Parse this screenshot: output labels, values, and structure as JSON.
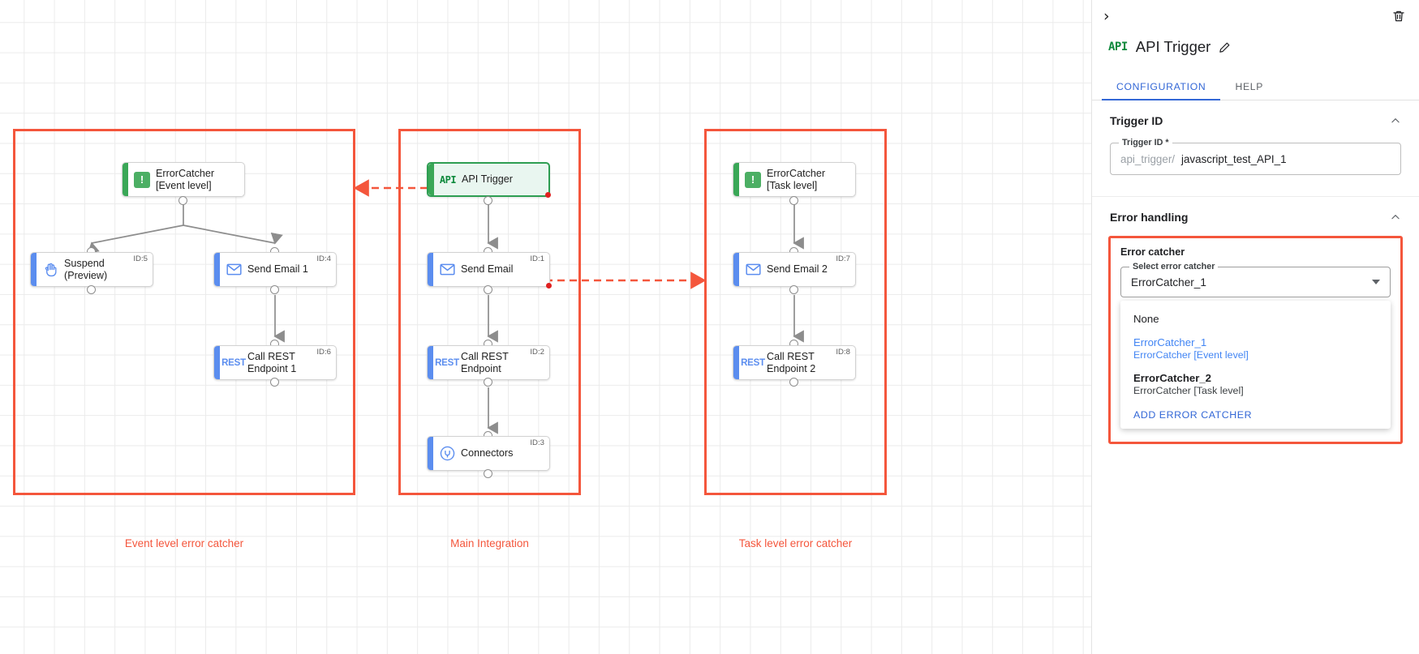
{
  "canvas": {
    "groups": [
      {
        "id": "event-level",
        "label": "Event level error catcher"
      },
      {
        "id": "main-integration",
        "label": "Main Integration"
      },
      {
        "id": "task-level",
        "label": "Task level error catcher"
      }
    ],
    "nodes": [
      {
        "key": "ec1",
        "label": "ErrorCatcher\n[Event level]",
        "id": "",
        "icon": "error-catcher-icon",
        "accent": "green"
      },
      {
        "key": "suspend",
        "label": "Suspend\n(Preview)",
        "id": "ID:5",
        "icon": "hand-suspend-icon",
        "accent": "blue"
      },
      {
        "key": "email1",
        "label": "Send Email 1",
        "id": "ID:4",
        "icon": "envelope-icon",
        "accent": "blue"
      },
      {
        "key": "rest1",
        "label": "Call REST\nEndpoint 1",
        "id": "ID:6",
        "icon": "rest-icon",
        "accent": "blue"
      },
      {
        "key": "apitrig",
        "label": "API Trigger",
        "id": "",
        "icon": "api-icon",
        "accent": "green"
      },
      {
        "key": "email0",
        "label": "Send Email",
        "id": "ID:1",
        "icon": "envelope-icon",
        "accent": "blue"
      },
      {
        "key": "rest0",
        "label": "Call REST\nEndpoint",
        "id": "ID:2",
        "icon": "rest-icon",
        "accent": "blue"
      },
      {
        "key": "conn",
        "label": "Connectors",
        "id": "ID:3",
        "icon": "connectors-icon",
        "accent": "blue"
      },
      {
        "key": "ec2",
        "label": "ErrorCatcher\n[Task level]",
        "id": "",
        "icon": "error-catcher-icon",
        "accent": "green"
      },
      {
        "key": "email2",
        "label": "Send Email 2",
        "id": "ID:7",
        "icon": "envelope-icon",
        "accent": "blue"
      },
      {
        "key": "rest2",
        "label": "Call REST\nEndpoint 2",
        "id": "ID:8",
        "icon": "rest-icon",
        "accent": "blue"
      }
    ],
    "colors": {
      "group_border": "#f4563c",
      "group_label": "#f4563c",
      "accent_blue": "#5b8def",
      "accent_green": "#3aa757",
      "error_dot": "#e02020",
      "selected_border": "#2e9e52",
      "selected_fill": "#e9f6f0",
      "wire": "#8d8d8d",
      "grid": "#ebebeb"
    }
  },
  "panel": {
    "collapse_icon": "chevron-right-icon",
    "delete_icon": "trash-icon",
    "node_icon": "api-icon",
    "title": "API Trigger",
    "edit_icon": "pencil-icon",
    "tabs": [
      {
        "label": "CONFIGURATION",
        "active": true
      },
      {
        "label": "HELP",
        "active": false
      }
    ],
    "trigger_id_section": {
      "title": "Trigger ID",
      "field_label": "Trigger ID *",
      "prefix": "api_trigger/",
      "value": "javascript_test_API_1"
    },
    "error_handling_section": {
      "title": "Error handling",
      "block_title": "Error catcher",
      "select_label": "Select error catcher",
      "selected_value": "ErrorCatcher_1",
      "options": [
        {
          "main": "None",
          "sub": "",
          "highlight": false
        },
        {
          "main": "ErrorCatcher_1",
          "sub": "ErrorCatcher [Event level]",
          "highlight": true
        },
        {
          "main": "ErrorCatcher_2",
          "sub": "ErrorCatcher [Task level]",
          "highlight": false
        }
      ],
      "add_action": "ADD ERROR CATCHER"
    },
    "accent_blue": "#3367d6"
  }
}
